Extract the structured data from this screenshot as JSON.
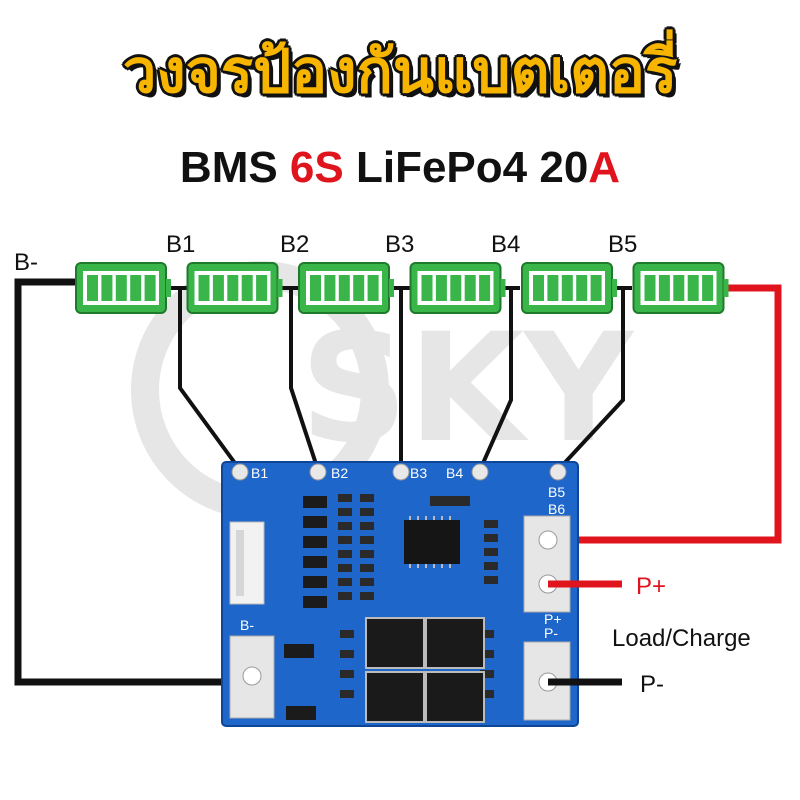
{
  "title": "วงจรป้องกันแบตเตอรี่",
  "subtitle": {
    "part1": "BMS ",
    "part2": "6S",
    "part3": " LiFePo4 20",
    "part4": "A"
  },
  "labels": {
    "b_minus": "B-",
    "b1": "B1",
    "b2": "B2",
    "b3": "B3",
    "b4": "B4",
    "b5": "B5",
    "p_plus": "P+",
    "p_minus": "P-",
    "load_charge": "Load/Charge"
  },
  "board_labels": {
    "b1": "B1",
    "b2": "B2",
    "b3": "B3",
    "b4": "B4",
    "b5": "B5",
    "b6": "B6",
    "b_minus": "B-",
    "p_plus": "P+",
    "p_minus": "P-"
  },
  "watermark": "SKY",
  "colors": {
    "title": "#f7b500",
    "accent_red": "#e0141d",
    "cell_green": "#3ab54a",
    "pcb_blue": "#1e66c9",
    "wire_black": "#111111"
  },
  "battery_cells": 6
}
